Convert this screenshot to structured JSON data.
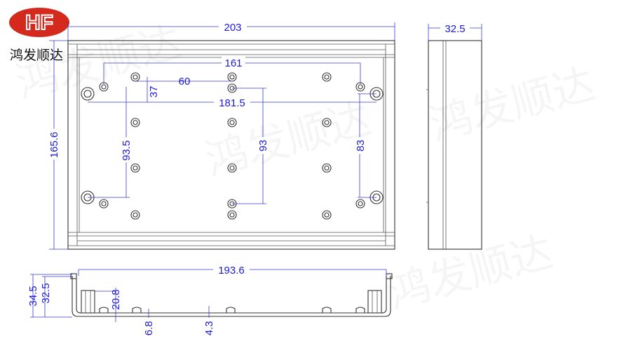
{
  "logo": {
    "mark": "HF",
    "company_name": "鸿发顺达",
    "color": "#d42a1e"
  },
  "watermark": "鸿发顺达",
  "dimensions": {
    "overall_length": "203",
    "overall_width": "165.6",
    "side_depth": "32.5",
    "hole_span_x": "161",
    "hole_pitch_x": "60",
    "hole_offset_y": "37",
    "mount_span_x": "181.5",
    "hole_span_y_left": "93.5",
    "hole_span_y_center": "93",
    "hole_span_y_right": "83",
    "profile_length": "193.6",
    "profile_height_outer": "34.5",
    "profile_height_inner": "32.5",
    "boss_height": "20.8",
    "standoff_height": "6.8",
    "base_thickness": "4.3"
  },
  "colors": {
    "dimension": "#1a1ad8",
    "outline": "#333333"
  }
}
